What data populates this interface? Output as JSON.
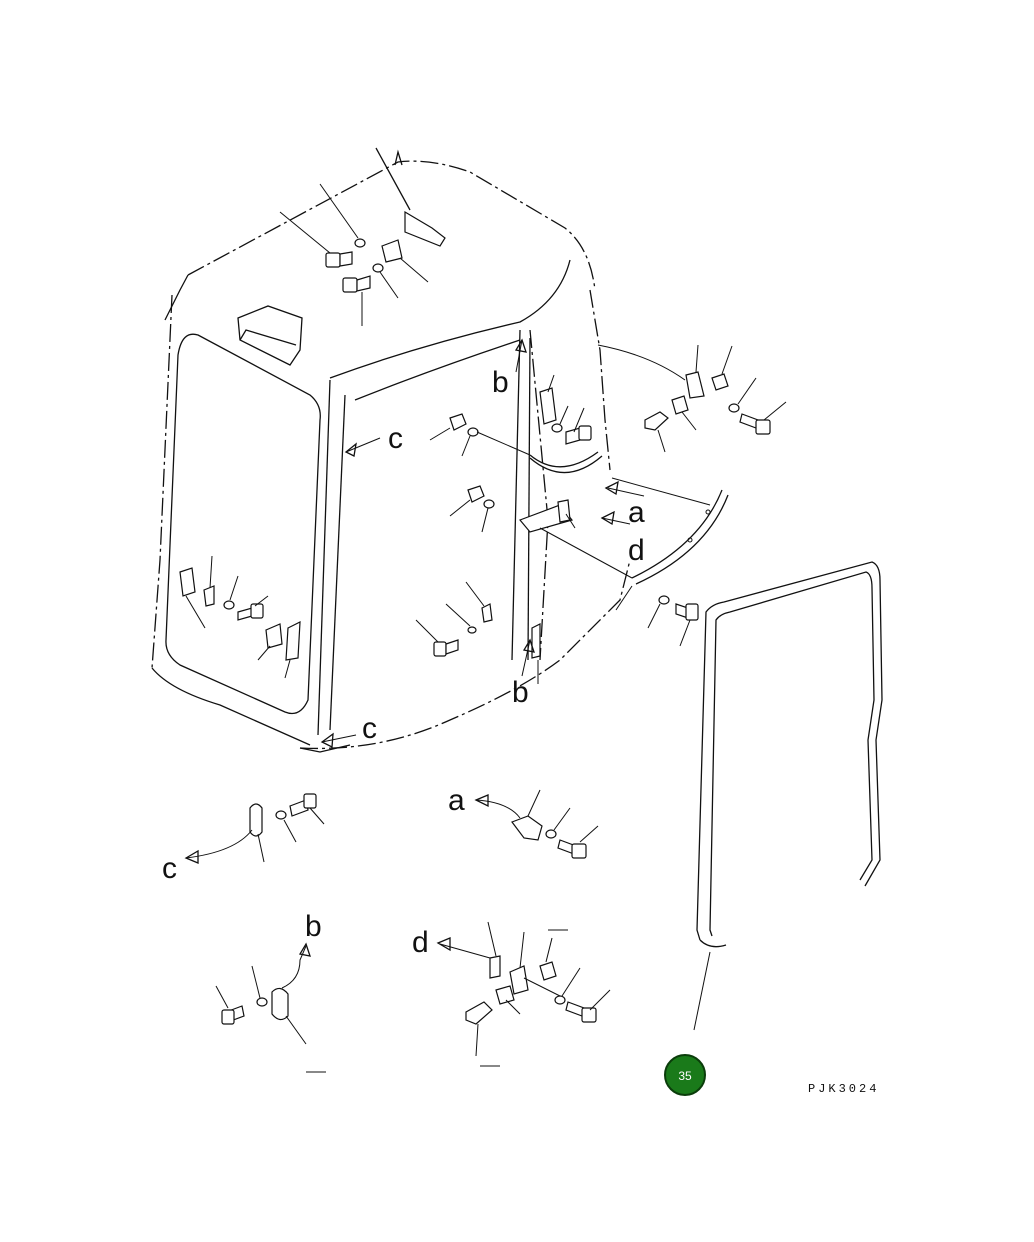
{
  "diagram": {
    "drawing_code": "PJK3024",
    "page_badge": {
      "number": "35",
      "color": "#1a7a1a"
    },
    "view_labels": {
      "a": "a",
      "b": "b",
      "c": "c",
      "d": "d"
    }
  }
}
